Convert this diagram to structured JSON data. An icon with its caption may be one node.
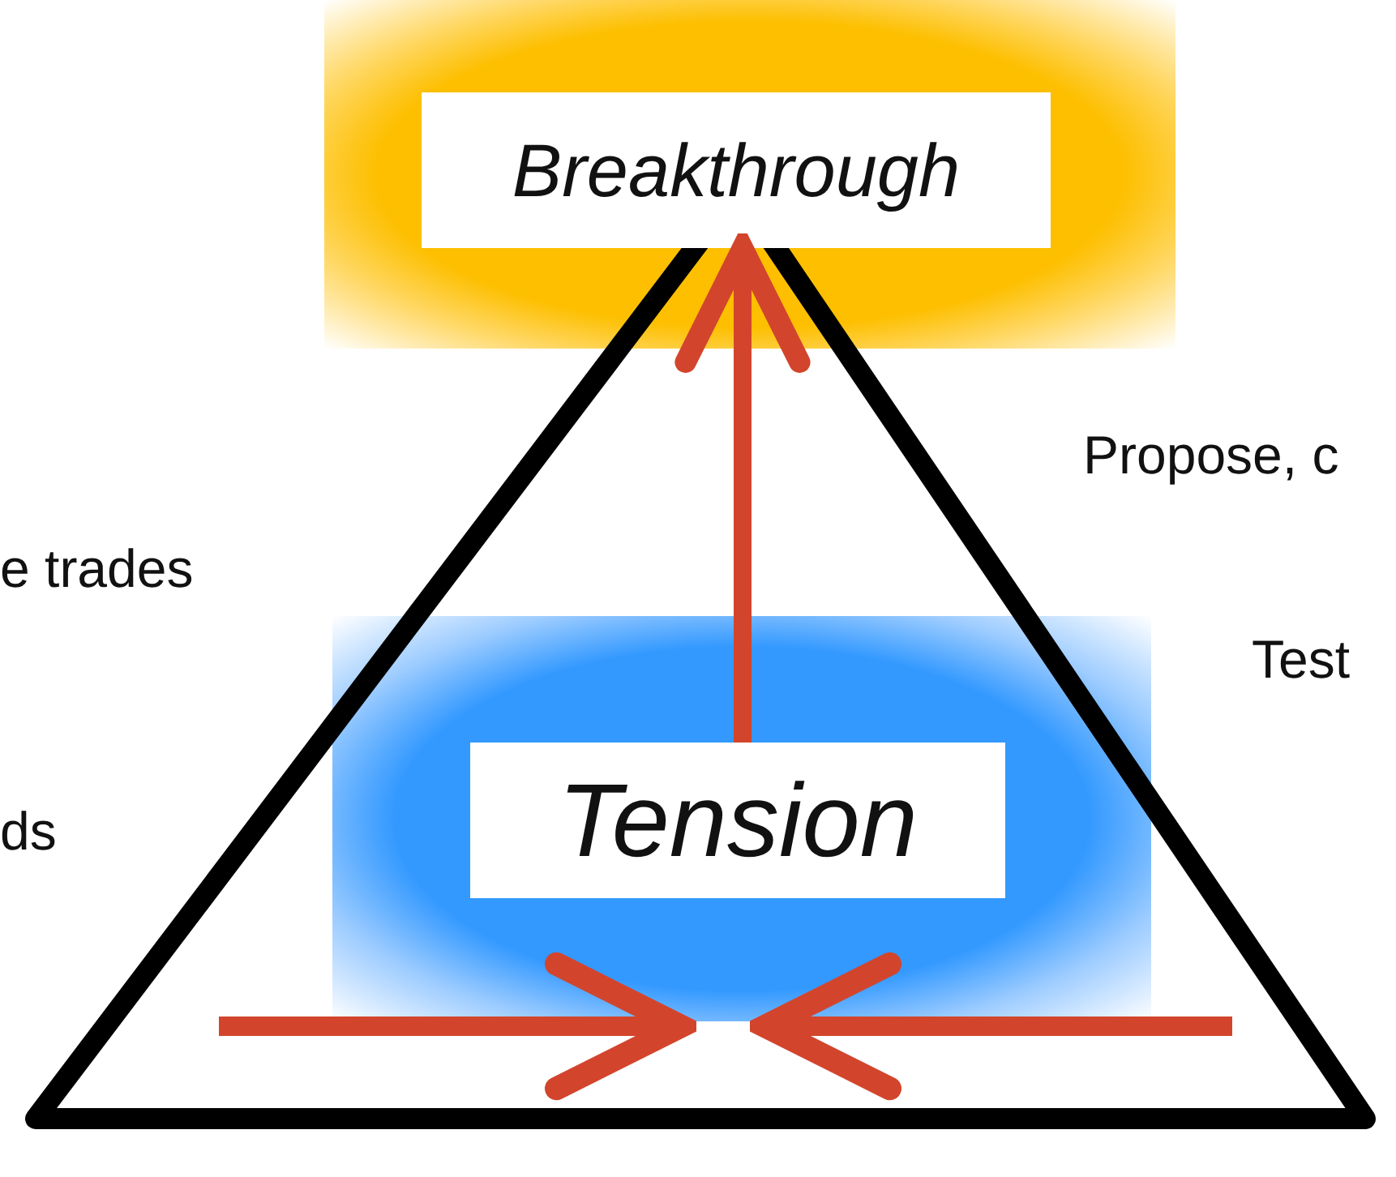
{
  "diagram": {
    "nodes": [
      {
        "text": [
          "Breakthrough"
        ]
      },
      {
        "text": [
          "Tension"
        ]
      }
    ],
    "edges": [
      {
        "from": 1,
        "to": 0,
        "arrow": "to"
      }
    ],
    "labels": [
      "e trades",
      "ds",
      "Propose, c",
      "Test"
    ]
  }
}
